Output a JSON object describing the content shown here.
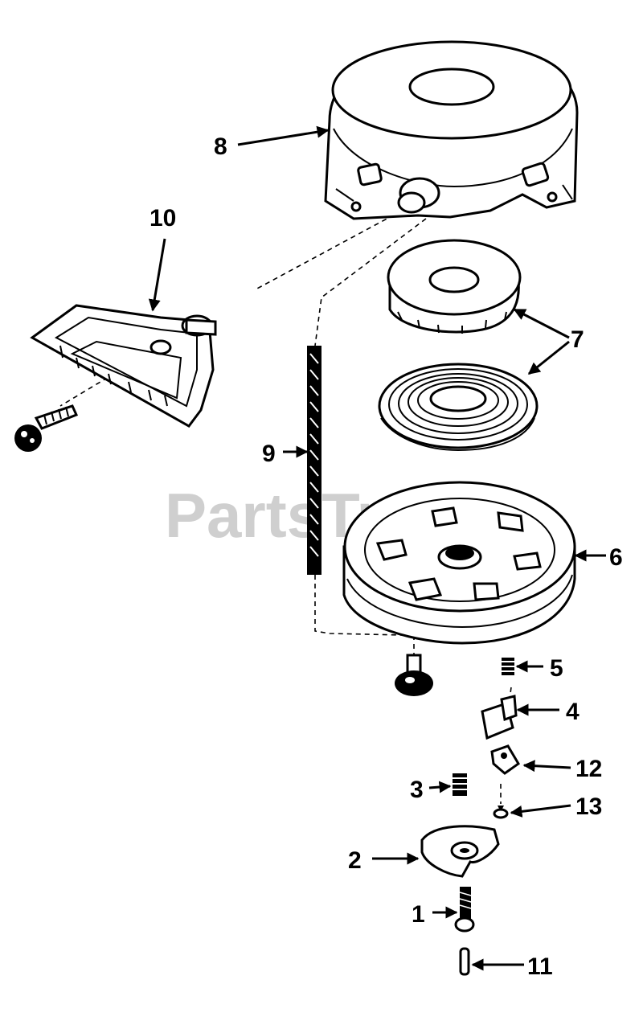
{
  "watermark": {
    "text": "PartsTree",
    "tm": "™"
  },
  "callouts": {
    "c1": "1",
    "c2": "2",
    "c3": "3",
    "c4": "4",
    "c5": "5",
    "c6": "6",
    "c7": "7",
    "c8": "8",
    "c9": "9",
    "c10": "10",
    "c11": "11",
    "c12": "12",
    "c13": "13"
  }
}
